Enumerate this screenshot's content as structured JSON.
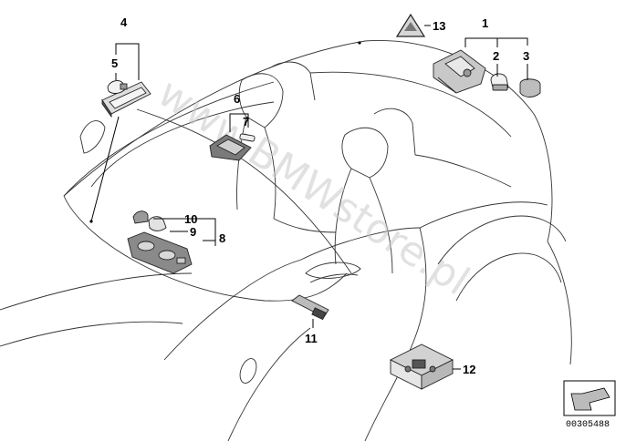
{
  "watermark": "www.BMWstore.pl",
  "reference_code": "00305488",
  "callouts": {
    "c1": "1",
    "c2": "2",
    "c3": "3",
    "c4": "4",
    "c5": "5",
    "c6": "6",
    "c7": "7",
    "c8": "8",
    "c9": "9",
    "c10": "10",
    "c11": "11",
    "c12": "12",
    "c13": "13"
  },
  "icons": [
    "warning-triangle-icon",
    "navigation-arrow-icon"
  ]
}
